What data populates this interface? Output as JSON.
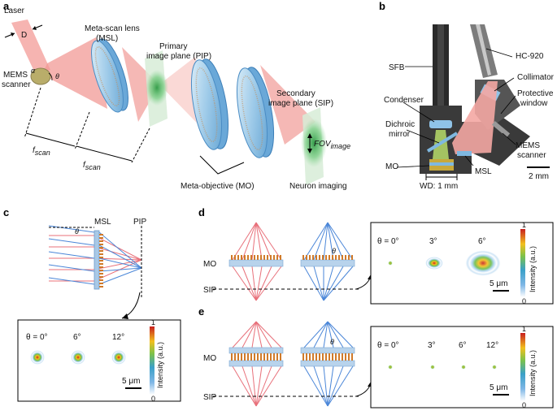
{
  "panels": {
    "a": "a",
    "b": "b",
    "c": "c",
    "d": "d",
    "e": "e"
  },
  "panel_a": {
    "laser": "Laser",
    "d": "D",
    "mems_1": "MEMS",
    "mems_2": "scanner",
    "alpha": "α",
    "theta": "θ",
    "msl_1": "Meta-scan lens",
    "msl_2": "(MSL)",
    "pip_1": "Primary",
    "pip_2": "image plane (PIP)",
    "sip_1": "Secondary",
    "sip_2": "image plane (SIP)",
    "fscan_1": "f",
    "fscan_1_sub": "scan",
    "fscan_2": "f",
    "fscan_2_sub": "scan",
    "fov": "FOV",
    "fov_sub": "image",
    "mo": "Meta-objective (MO)",
    "neuron": "Neuron imaging"
  },
  "panel_b": {
    "hc920": "HC-920",
    "sfb": "SFB",
    "collimator": "Collimator",
    "protective_1": "Protective",
    "protective_2": "window",
    "condenser": "Condenser",
    "dichroic_1": "Dichroic",
    "dichroic_2": "mirror",
    "mems_1": "MEMS",
    "mems_2": "scanner",
    "mo": "MO",
    "msl": "MSL",
    "wd": "WD: 1 mm",
    "scale": "2 mm"
  },
  "panel_c": {
    "msl": "MSL",
    "pip": "PIP",
    "theta": "θ",
    "angles": [
      "θ = 0°",
      "6°",
      "12°"
    ],
    "colorbar_max": "1",
    "colorbar_min": "0",
    "colorbar_label": "Intensity (a.u.)",
    "scale": "5 μm"
  },
  "panel_d": {
    "mo": "MO",
    "sip": "SIP",
    "theta": "θ",
    "angles": [
      "θ = 0°",
      "3°",
      "6°"
    ],
    "colorbar_max": "1",
    "colorbar_min": "0",
    "colorbar_label": "Intensity (a.u.)",
    "scale": "5 μm"
  },
  "panel_e": {
    "mo": "MO",
    "sip": "SIP",
    "theta": "θ",
    "angles": [
      "θ = 0°",
      "3°",
      "6°",
      "12°"
    ],
    "colorbar_max": "1",
    "colorbar_min": "0",
    "colorbar_label": "Intensity (a.u.)",
    "scale": "5 μm"
  },
  "colors": {
    "red_ray": "#e8707a",
    "blue_ray": "#4a86d8",
    "lens_blue": "#7fb8e0",
    "meta_orange": "#d07a2a",
    "beam_pink": "#f4a7a3",
    "green": "#3fae55"
  }
}
